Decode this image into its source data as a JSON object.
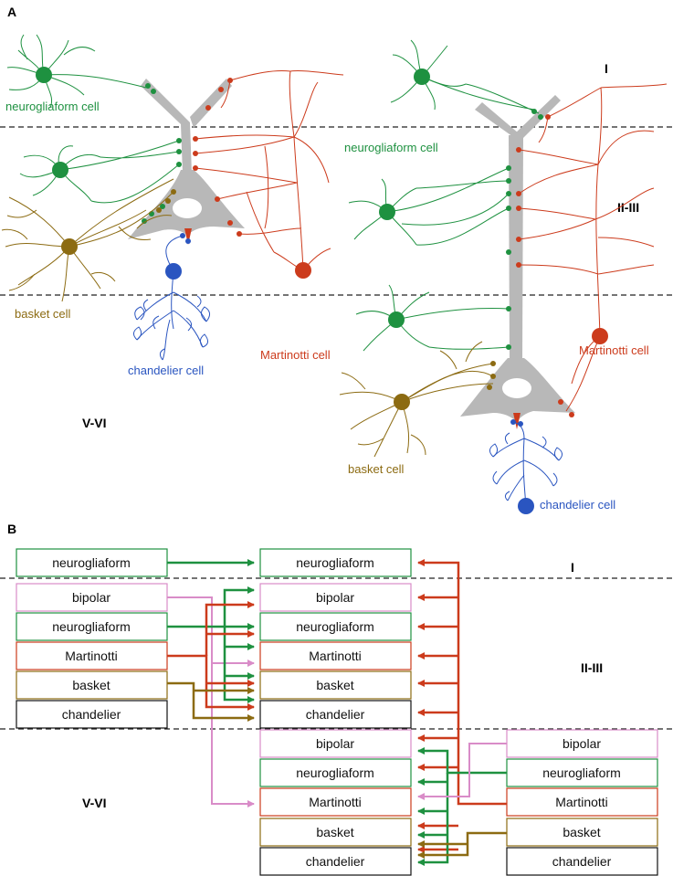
{
  "panel_a": {
    "panel_label": "A",
    "layers": {
      "l1": "I",
      "l23": "II-III",
      "l56": "V-VI"
    },
    "labels": {
      "neurogliaform_left": "neurogliaform cell",
      "neurogliaform_right": "neurogliaform cell",
      "basket_left": "basket cell",
      "basket_right": "basket cell",
      "chandelier_left": "chandelier cell",
      "chandelier_right": "chandelier cell",
      "martinotti_left": "Martinotti cell",
      "martinotti_right": "Martinotti cell"
    }
  },
  "panel_b": {
    "panel_label": "B",
    "layers": {
      "l1": "I",
      "l23": "II-III",
      "l56": "V-VI"
    },
    "left_boxes": [
      "neurogliaform",
      "bipolar",
      "neurogliaform",
      "Martinotti",
      "basket",
      "chandelier"
    ],
    "middle_boxes": [
      "neurogliaform",
      "bipolar",
      "neurogliaform",
      "Martinotti",
      "basket",
      "chandelier",
      "bipolar",
      "neurogliaform",
      "Martinotti",
      "basket",
      "chandelier"
    ],
    "right_boxes": [
      "bipolar",
      "neurogliaform",
      "Martinotti",
      "basket",
      "chandelier"
    ]
  },
  "colors": {
    "neurogliaform": "#1e9140",
    "bipolar": "#d98cc8",
    "martinotti": "#cc3b1c",
    "basket": "#8c6b12",
    "chandelier": "#2a55c0",
    "pyramidal": "#b8b8b8"
  }
}
